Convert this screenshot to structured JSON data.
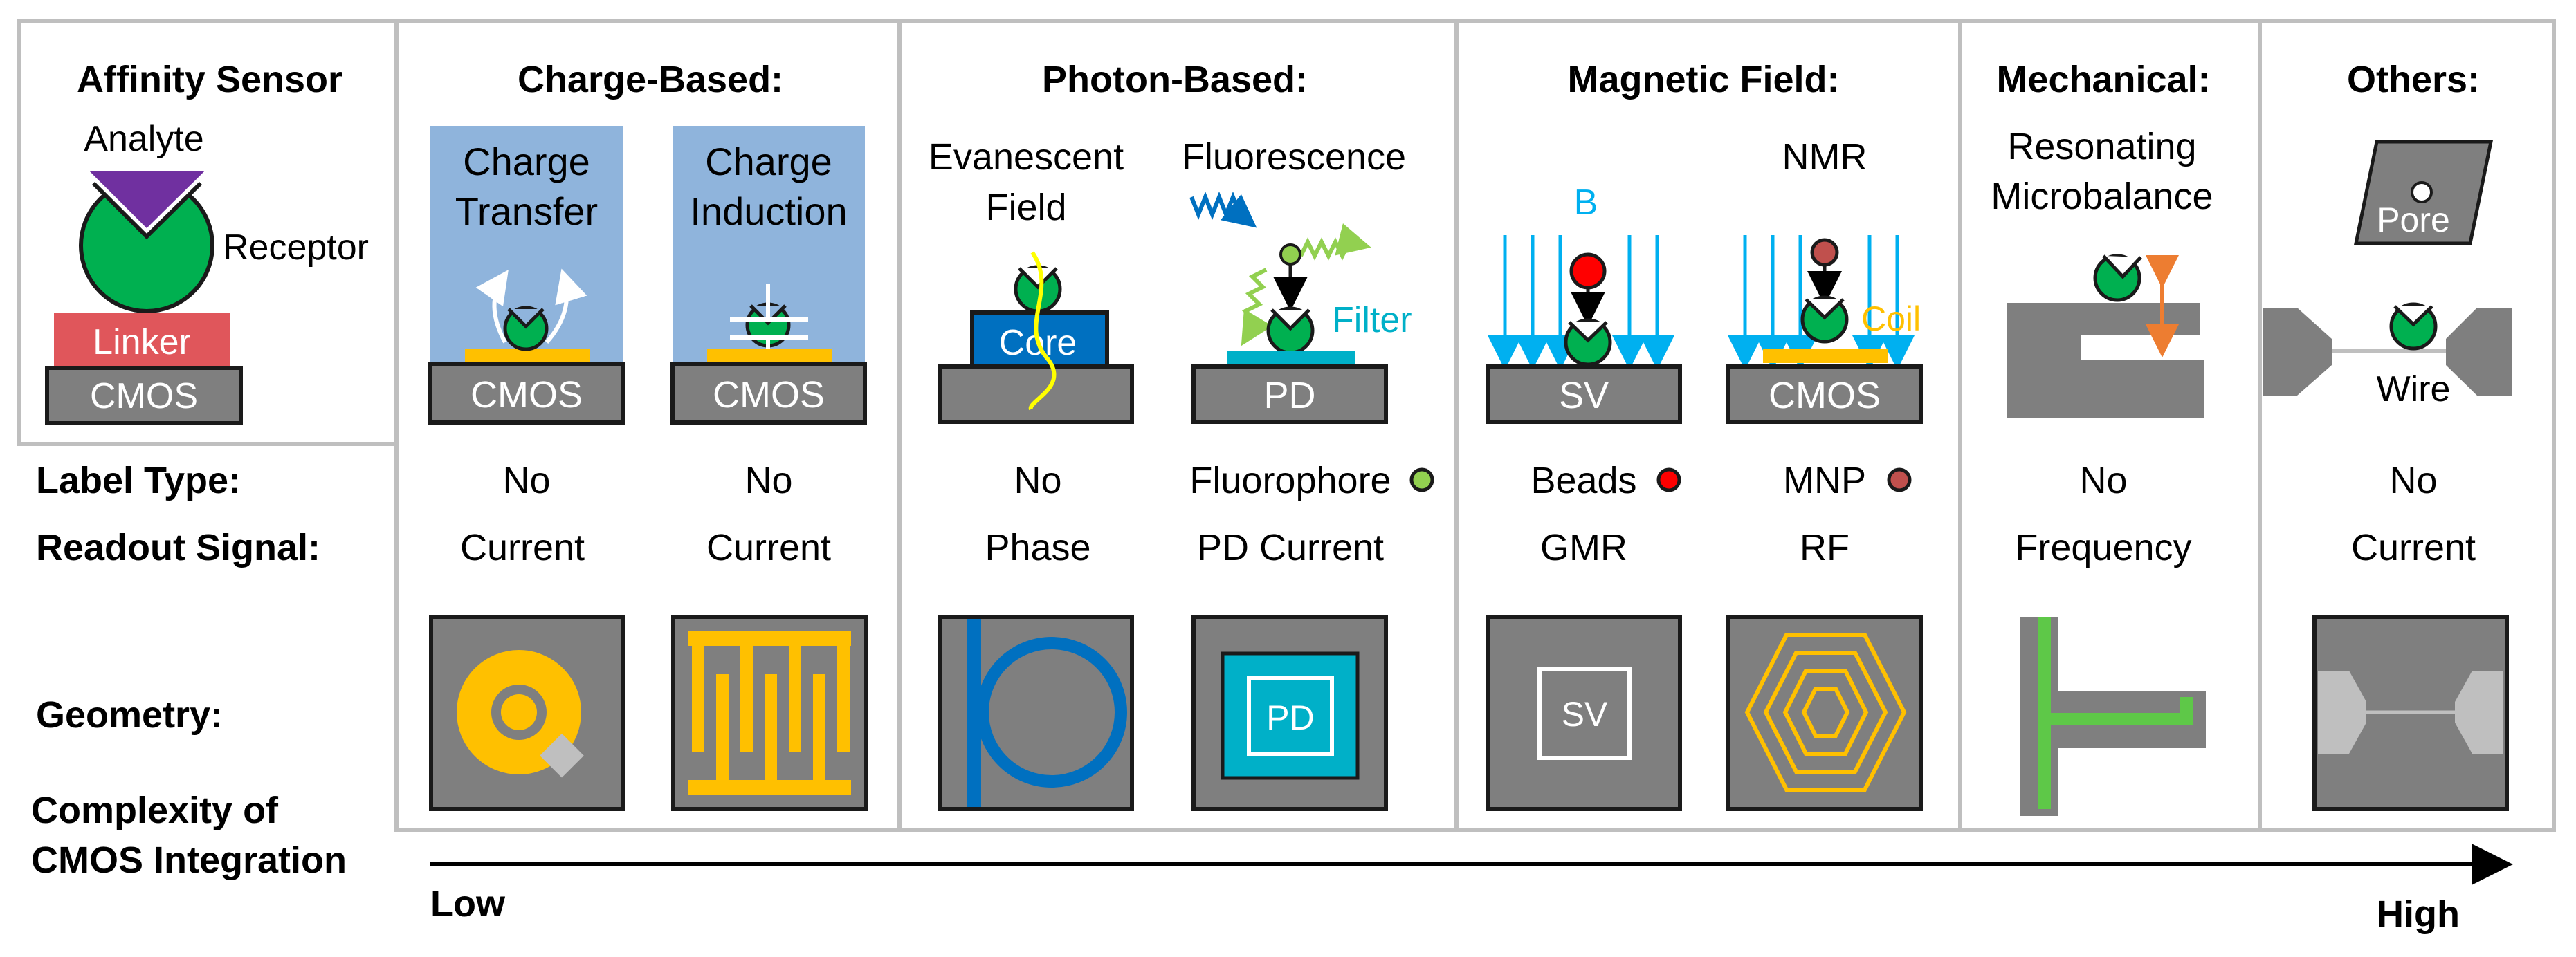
{
  "colors": {
    "gray": "#7f7f7f",
    "dark": "#1a1a1a",
    "blue_bg": "#8fb4dc",
    "gold": "#ffc000",
    "green": "#00b050",
    "light_green": "#92d050",
    "purple": "#7030a0",
    "linker_red": "#e0565b",
    "teal": "#00b0c8",
    "blue": "#0070c0",
    "sky": "#00b0f0",
    "red": "#ff0000",
    "brown": "#c0504d",
    "orange": "#ed7d31",
    "light_gray": "#bfbfbf",
    "border": "#bfbfbf"
  },
  "affinity": {
    "title": "Affinity Sensor",
    "analyte": "Analyte",
    "receptor": "Receptor",
    "linker": "Linker",
    "cmos": "CMOS"
  },
  "row_labels": {
    "label_type": "Label Type:",
    "readout_signal": "Readout Signal:",
    "geometry": "Geometry:",
    "complexity_line1": "Complexity of",
    "complexity_line2": "CMOS Integration"
  },
  "categories": {
    "charge": "Charge-Based:",
    "photon": "Photon-Based:",
    "magnetic": "Magnetic Field:",
    "mechanical": "Mechanical:",
    "others": "Others:"
  },
  "sensors": {
    "charge_transfer": {
      "line1": "Charge",
      "line2": "Transfer",
      "base": "CMOS",
      "label": "No",
      "readout": "Current"
    },
    "charge_induction": {
      "line1": "Charge",
      "line2": "Induction",
      "base": "CMOS",
      "label": "No",
      "readout": "Current"
    },
    "evanescent": {
      "line1": "Evanescent",
      "line2": "Field",
      "core": "Core",
      "label": "No",
      "readout": "Phase"
    },
    "fluorescence": {
      "title": "Fluorescence",
      "filter": "Filter",
      "base": "PD",
      "label": "Fluorophore",
      "readout": "PD Current",
      "geom_label": "PD"
    },
    "gmr": {
      "field": "B",
      "base": "SV",
      "label": "Beads",
      "readout": "GMR",
      "geom_label": "SV"
    },
    "nmr": {
      "title": "NMR",
      "coil": "Coil",
      "base": "CMOS",
      "label": "MNP",
      "readout": "RF"
    },
    "mechanical": {
      "line1": "Resonating",
      "line2": "Microbalance",
      "label": "No",
      "readout": "Frequency"
    },
    "others": {
      "pore": "Pore",
      "wire": "Wire",
      "label": "No",
      "readout": "Current"
    }
  },
  "axis": {
    "low": "Low",
    "high": "High"
  }
}
